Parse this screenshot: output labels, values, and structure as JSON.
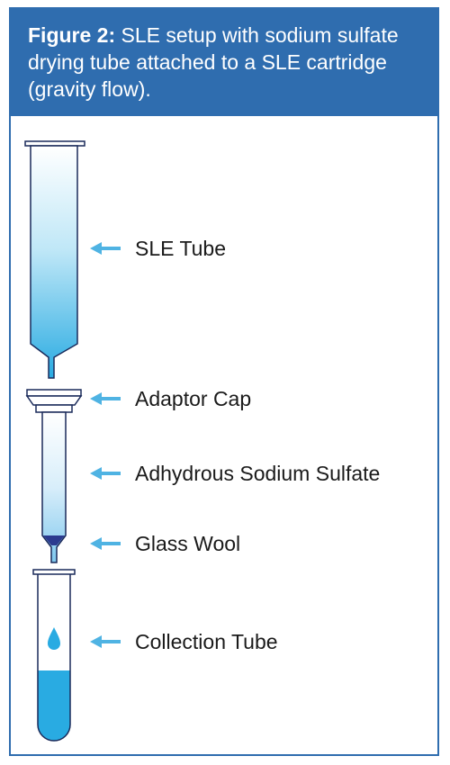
{
  "figure": {
    "caption_lead": "Figure 2:",
    "caption_text": "SLE setup with sodium sulfate drying tube attached to a SLE cartridge (gravity flow)."
  },
  "labels": {
    "sle_tube": "SLE Tube",
    "adaptor_cap": "Adaptor Cap",
    "sodium_sulfate": "Adhydrous Sodium Sulfate",
    "glass_wool": "Glass Wool",
    "collection_tube": "Collection Tube"
  },
  "colors": {
    "frame": "#2f6daf",
    "arrow": "#4fb3e3",
    "liquid": "#29abe2",
    "glass_wool": "#2b3a8f",
    "outline": "#1a2a5a"
  }
}
